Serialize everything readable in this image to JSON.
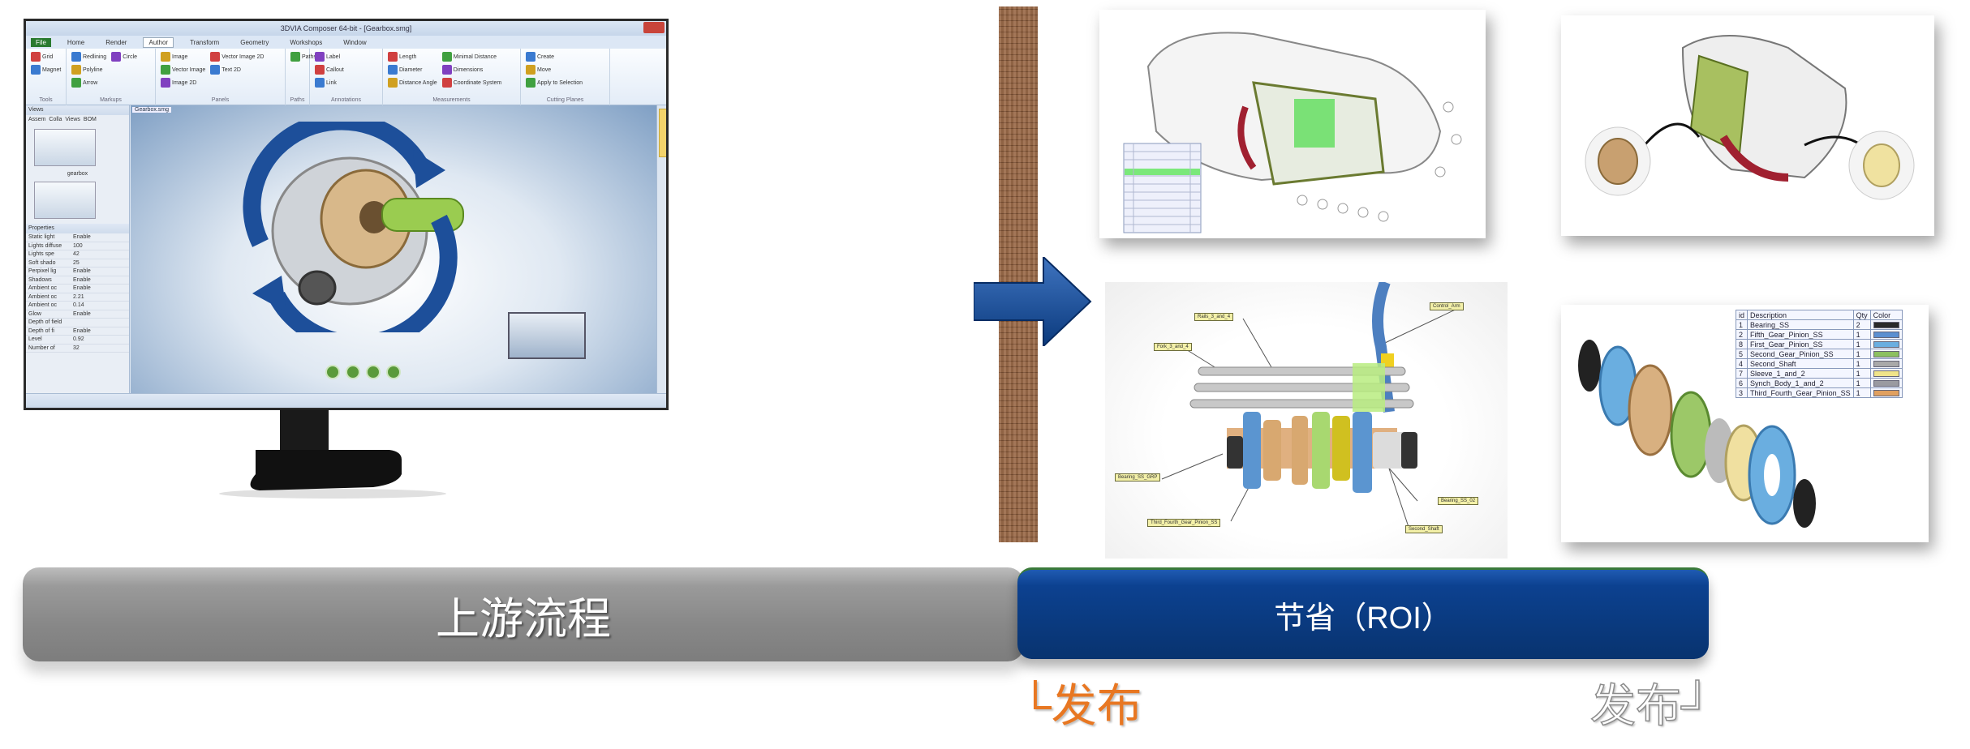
{
  "app": {
    "window_title": "3DVIA Composer 64-bit - [Gearbox.smg]",
    "tabs": [
      "File",
      "Home",
      "Render",
      "Author",
      "Transform",
      "Geometry",
      "Workshops",
      "Window"
    ],
    "active_tab": "Author",
    "ribbon_groups": [
      {
        "name": "Tools",
        "items": [
          "Grid",
          "Magnet"
        ]
      },
      {
        "name": "Markups",
        "items": [
          "Redlining",
          "Polyline",
          "Arrow",
          "Circle"
        ]
      },
      {
        "name": "Panels",
        "items": [
          "Image",
          "Vector Image",
          "Image 2D",
          "Vector Image 2D",
          "Text 2D"
        ]
      },
      {
        "name": "Paths",
        "items": [
          "Paths"
        ]
      },
      {
        "name": "Annotations",
        "items": [
          "Label",
          "Callout",
          "Link"
        ]
      },
      {
        "name": "Measurements",
        "items": [
          "Length",
          "Diameter",
          "Distance Angle",
          "Minimal Distance",
          "Dimensions",
          "Coordinate System"
        ]
      },
      {
        "name": "Cutting Planes",
        "items": [
          "Create",
          "Move",
          "Apply to Selection"
        ]
      }
    ],
    "left_panel": {
      "title": "Views",
      "tabs": [
        "Assem",
        "Colla",
        "Views",
        "BOM"
      ],
      "thumb_label": "gearbox",
      "properties_title": "Properties",
      "properties": [
        {
          "name": "Static light",
          "value": "Enable"
        },
        {
          "name": "Lights diffuse",
          "value": "100"
        },
        {
          "name": "Lights spe",
          "value": "42"
        },
        {
          "name": "Soft shado",
          "value": "25"
        },
        {
          "name": "Perpixel lig",
          "value": "Enable"
        },
        {
          "name": "Shadows",
          "value": "Enable"
        },
        {
          "name": "Ambient oc",
          "value": "Enable"
        },
        {
          "name": "Ambient oc",
          "value": "2.21"
        },
        {
          "name": "Ambient oc",
          "value": "0.14"
        },
        {
          "name": "Glow",
          "value": "Enable"
        },
        {
          "name": "Depth of field",
          "value": ""
        },
        {
          "name": "Depth of fi",
          "value": "Enable"
        },
        {
          "name": "Level",
          "value": "0.92"
        },
        {
          "name": "Number of",
          "value": "32"
        }
      ]
    },
    "viewport_tab": "Gearbox.smg"
  },
  "colors": {
    "roi_blue": "#0a3a7f",
    "upstream_gray": "#8a8a8a",
    "release_orange": "#e87722"
  },
  "bom_table": {
    "headers": [
      "id",
      "Description",
      "Qty",
      "Color"
    ],
    "rows": [
      {
        "id": "1",
        "desc": "Bearing_SS",
        "qty": "2",
        "color": "#2a2a2a"
      },
      {
        "id": "2",
        "desc": "Fifth_Gear_Pinion_SS",
        "qty": "1",
        "color": "#5b8fd0"
      },
      {
        "id": "8",
        "desc": "First_Gear_Pinion_SS",
        "qty": "1",
        "color": "#6aaee0"
      },
      {
        "id": "5",
        "desc": "Second_Gear_Pinion_SS",
        "qty": "1",
        "color": "#8cc060"
      },
      {
        "id": "4",
        "desc": "Second_Shaft",
        "qty": "1",
        "color": "#a9a9a9"
      },
      {
        "id": "7",
        "desc": "Sleeve_1_and_2",
        "qty": "1",
        "color": "#f0e48a"
      },
      {
        "id": "6",
        "desc": "Synch_Body_1_and_2",
        "qty": "1",
        "color": "#9a9aa0"
      },
      {
        "id": "3",
        "desc": "Third_Fourth_Gear_Pinion_SS",
        "qty": "1",
        "color": "#e0a060"
      }
    ]
  },
  "callouts": [
    "Control_Arm",
    "Rails_3_and_4",
    "Fork_3_and_4",
    "Bearing_SS_GRP",
    "Third_Fourth_Gear_Pinion_SS",
    "Second_Shaft",
    "Bearing_SS_02"
  ],
  "flow": {
    "upstream_label": "上游流程",
    "roi_label": "节省（ROI）",
    "release_start": "└发布",
    "release_end": "发布┘"
  }
}
